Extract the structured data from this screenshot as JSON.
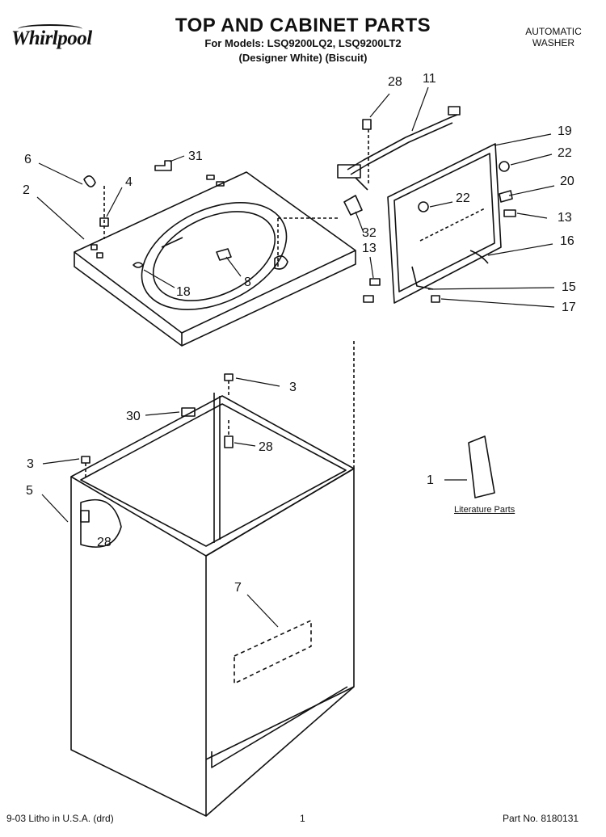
{
  "header": {
    "brand": "Whirlpool",
    "title": "TOP AND CABINET PARTS",
    "models": "For Models: LSQ9200LQ2, LSQ9200LT2",
    "colors": "(Designer White)   (Biscuit)",
    "product_line1": "AUTOMATIC",
    "product_line2": "WASHER"
  },
  "callouts": [
    "28",
    "11",
    "19",
    "22",
    "6",
    "31",
    "2",
    "4",
    "22",
    "20",
    "13",
    "32",
    "16",
    "13",
    "8",
    "18",
    "15",
    "17",
    "3",
    "30",
    "28",
    "3",
    "5",
    "1",
    "28",
    "7"
  ],
  "literature_label": "Literature Parts",
  "footer": {
    "left": "9-03 Litho in U.S.A. (drd)",
    "center": "1",
    "right": "Part No. 8180131"
  }
}
